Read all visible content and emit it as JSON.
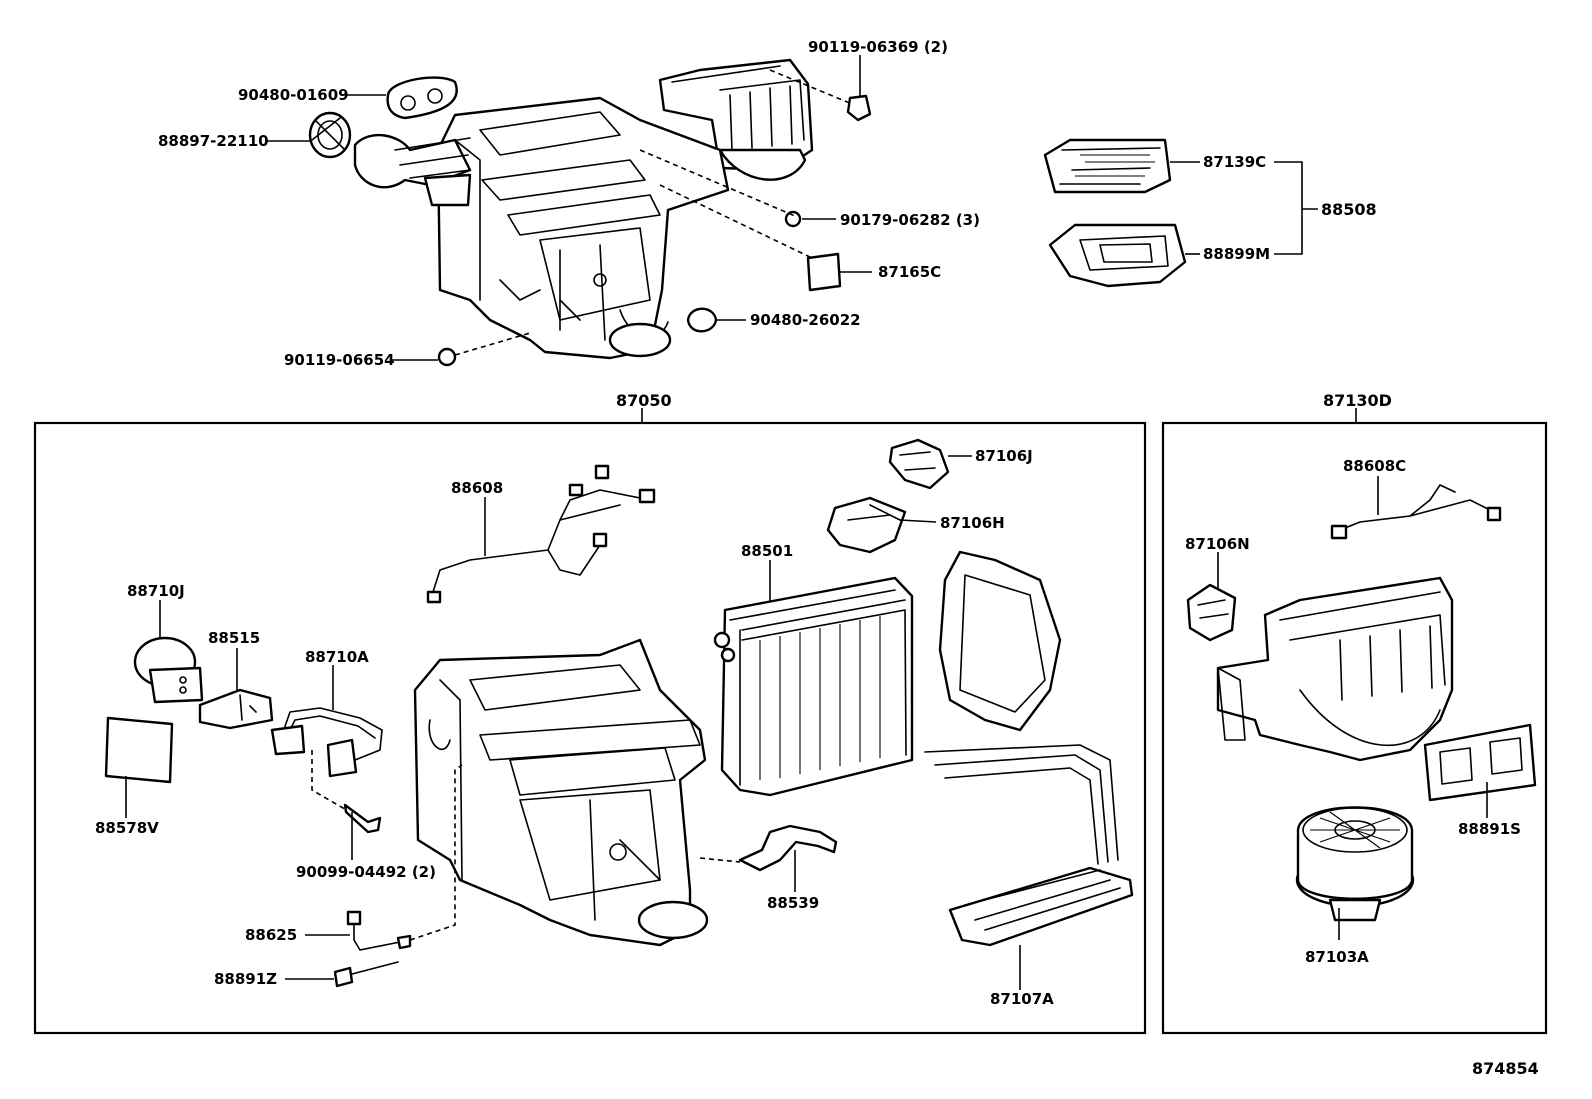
{
  "diagram_id": "874854",
  "groups": {
    "main_unit": "87050",
    "blower_unit": "87130D",
    "filter_set": "88508"
  },
  "labels": {
    "p90480_01609": "90480-01609",
    "p88897_22110": "88897-22110",
    "p90119_06369": "90119-06369 (2)",
    "p90179_06282": "90179-06282 (3)",
    "p87165C": "87165C",
    "p90480_26022": "90480-26022",
    "p90119_06654": "90119-06654",
    "p87139C": "87139C",
    "p88899M": "88899M",
    "p88608": "88608",
    "p87106J": "87106J",
    "p87106H": "87106H",
    "p88501": "88501",
    "p88710J": "88710J",
    "p88515": "88515",
    "p88710A": "88710A",
    "p88578V": "88578V",
    "p90099_04492": "90099-04492 (2)",
    "p88539": "88539",
    "p88625": "88625",
    "p88891Z": "88891Z",
    "p87107A": "87107A",
    "p88608C": "88608C",
    "p87106N": "87106N",
    "p88891S": "88891S",
    "p87103A": "87103A"
  }
}
